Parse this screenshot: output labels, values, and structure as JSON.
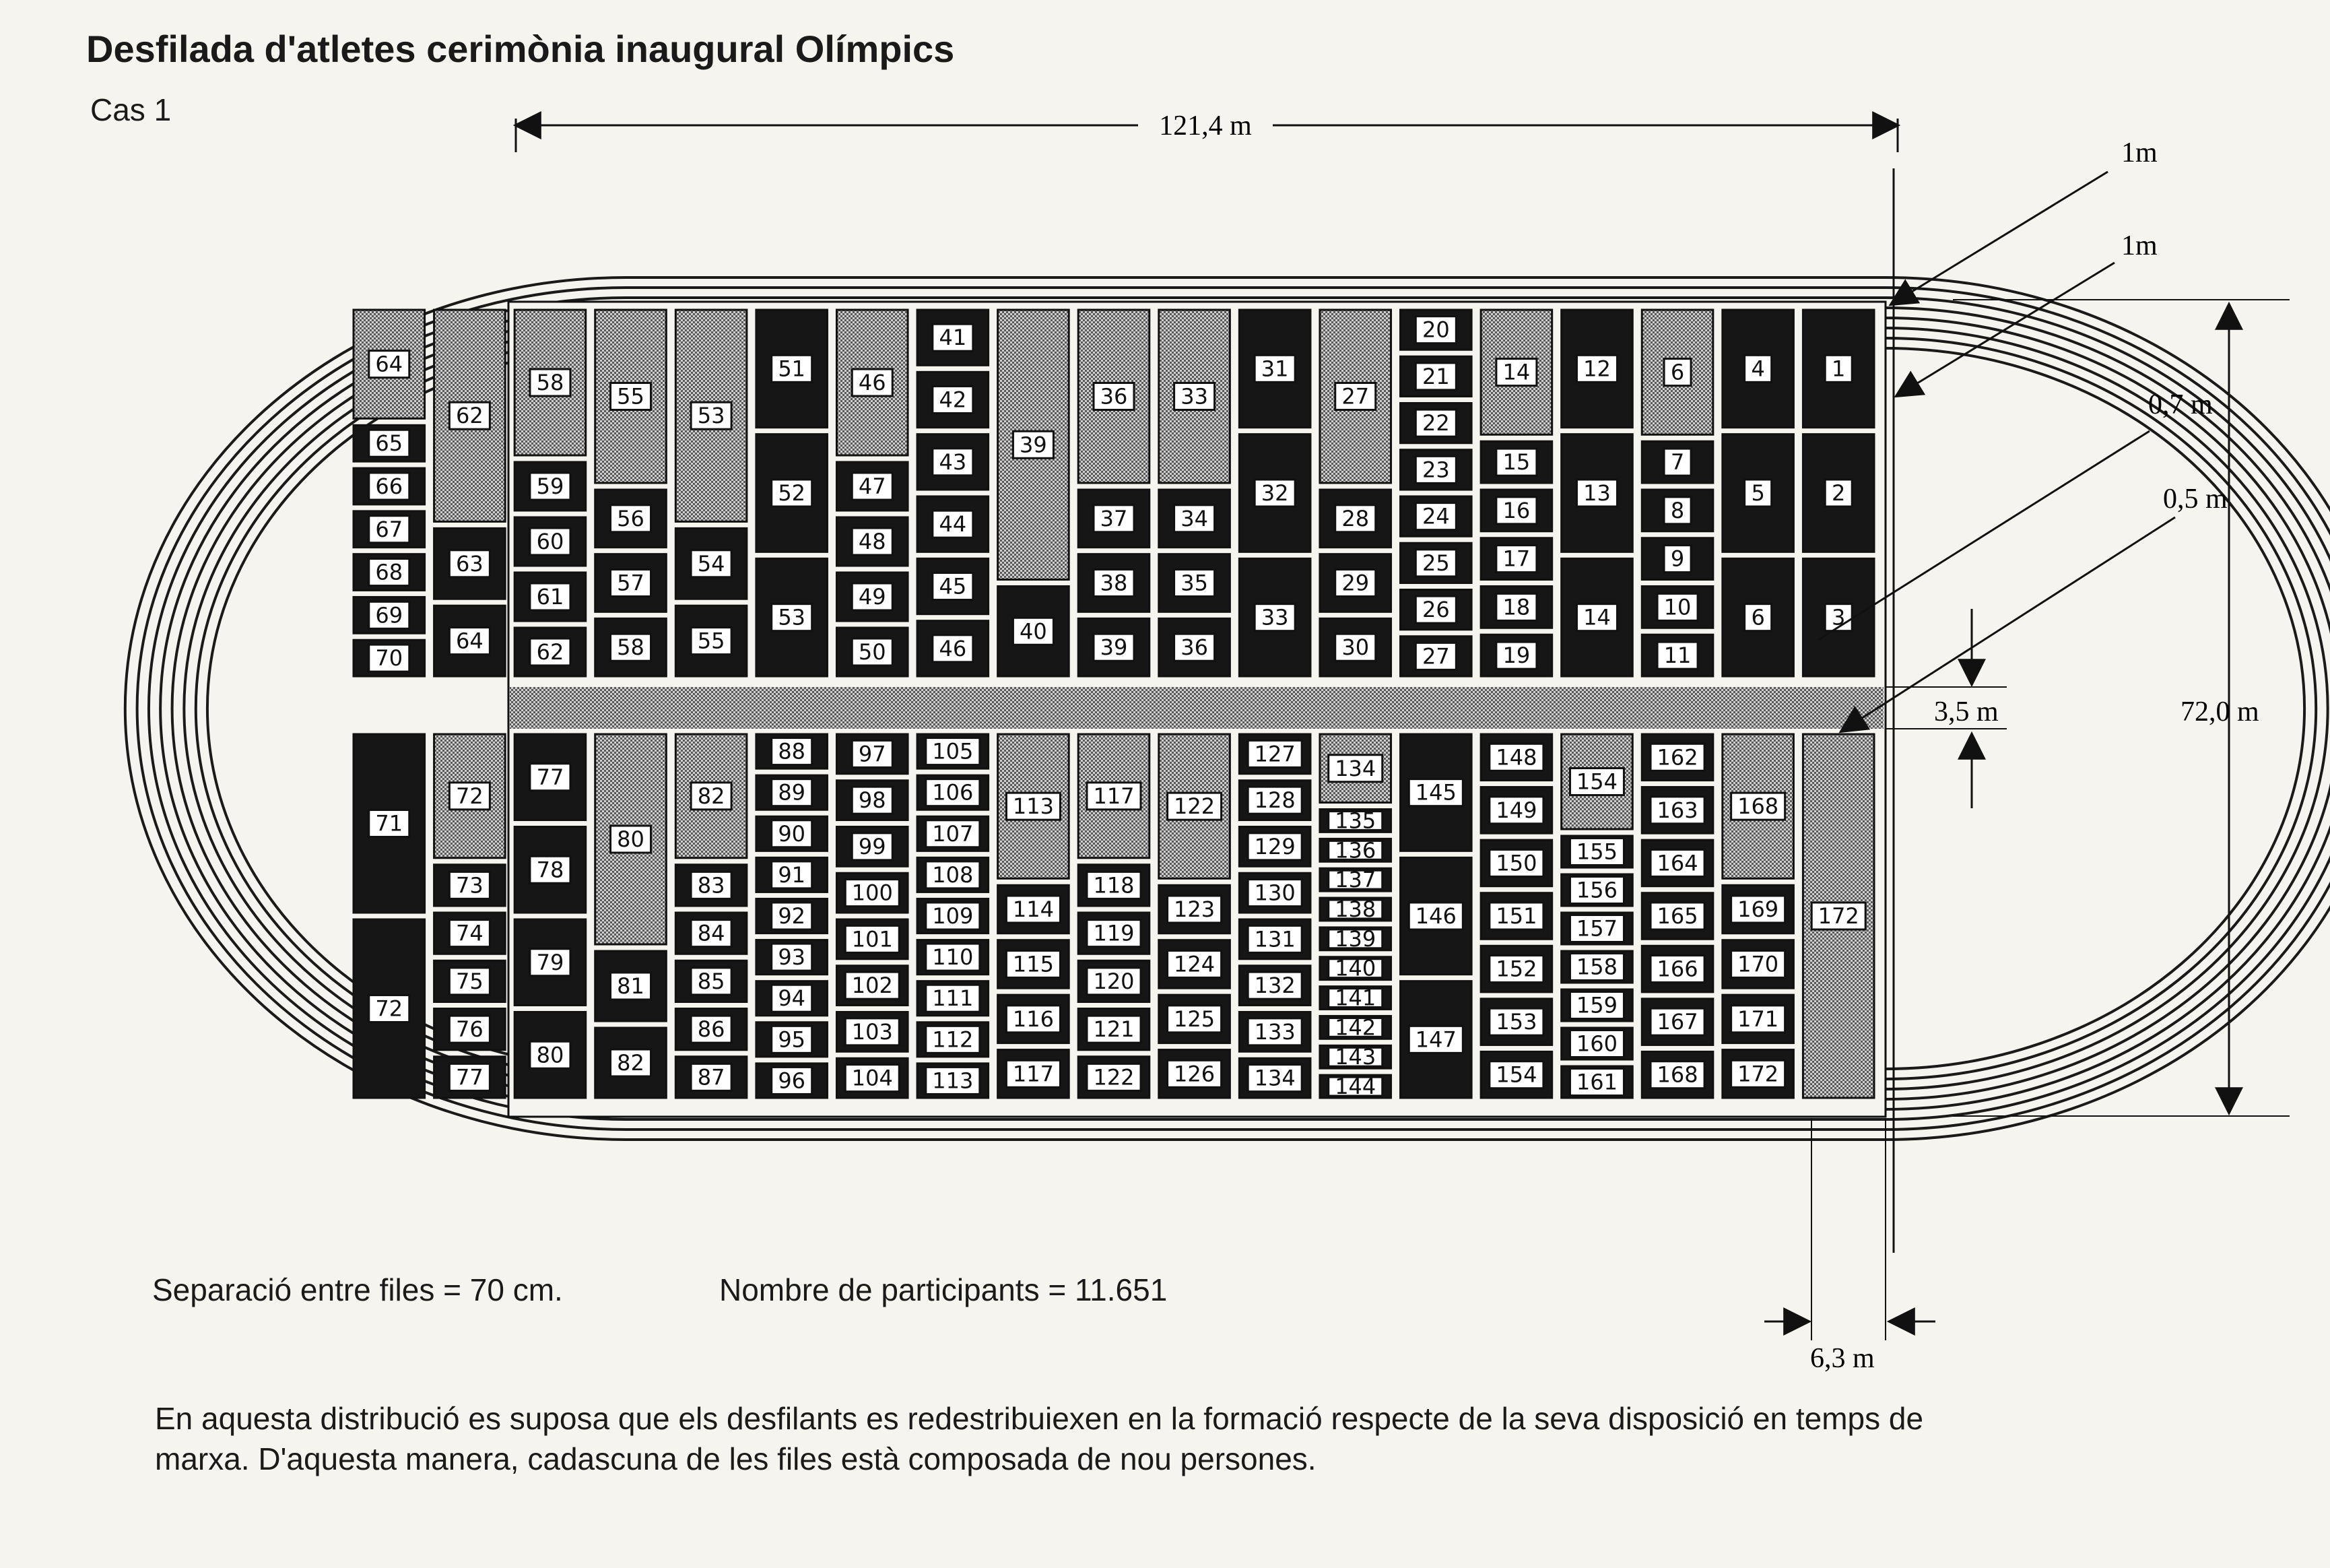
{
  "title": "Desfilada d'atletes cerimònia inaugural Olímpics",
  "subtitle": "Cas 1",
  "dimensions": {
    "length": "121,4 m",
    "width": "72,0 m",
    "lane1": "1m",
    "lane2": "1m",
    "gap_07": "0,7 m",
    "gap_05": "0,5 m",
    "aisle": "3,5 m",
    "edge": "6,3 m"
  },
  "notes": {
    "separation": "Separació entre files = 70 cm.",
    "participants": "Nombre de participants = 11.651",
    "paragraph": "En aquesta distribució es suposa que els desfilants es redestribuiexen en la formació respecte de la seva disposició en temps de marxa. D'aquesta manera, cadascuna de les files està composada de nou persones."
  },
  "colors": {
    "dark": "#161616",
    "hatch": "#9a9a9a",
    "track": "#1a1a1a",
    "paper": "#f6f4ee"
  },
  "top_columns": [
    [
      [
        "64",
        "h"
      ],
      [
        "65",
        "d"
      ],
      [
        "66",
        "d"
      ],
      [
        "67",
        "d"
      ],
      [
        "68",
        "d"
      ],
      [
        "69",
        "d"
      ],
      [
        "70",
        "d"
      ]
    ],
    [
      [
        "62",
        "h"
      ],
      [
        "63",
        "d"
      ],
      [
        "64",
        "d"
      ]
    ],
    [
      [
        "58",
        "h"
      ],
      [
        "59",
        "d"
      ],
      [
        "60",
        "d"
      ],
      [
        "61",
        "d"
      ],
      [
        "62",
        "d"
      ]
    ],
    [
      [
        "55",
        "h"
      ],
      [
        "56",
        "d"
      ],
      [
        "57",
        "d"
      ],
      [
        "58",
        "d"
      ]
    ],
    [
      [
        "53",
        "h"
      ],
      [
        "54",
        "d"
      ],
      [
        "55",
        "d"
      ]
    ],
    [
      [
        "51",
        "d"
      ],
      [
        "52",
        "d"
      ],
      [
        "53",
        "d"
      ]
    ],
    [
      [
        "46",
        "h"
      ],
      [
        "47",
        "d"
      ],
      [
        "48",
        "d"
      ],
      [
        "49",
        "d"
      ],
      [
        "50",
        "d"
      ]
    ],
    [
      [
        "41",
        "d"
      ],
      [
        "42",
        "d"
      ],
      [
        "43",
        "d"
      ],
      [
        "44",
        "d"
      ],
      [
        "45",
        "d"
      ],
      [
        "46",
        "d"
      ]
    ],
    [
      [
        "39",
        "h"
      ],
      [
        "40",
        "d"
      ]
    ],
    [
      [
        "36",
        "h"
      ],
      [
        "37",
        "d"
      ],
      [
        "38",
        "d"
      ],
      [
        "39",
        "d"
      ]
    ],
    [
      [
        "33",
        "h"
      ],
      [
        "34",
        "d"
      ],
      [
        "35",
        "d"
      ],
      [
        "36",
        "d"
      ]
    ],
    [
      [
        "31",
        "d"
      ],
      [
        "32",
        "d"
      ],
      [
        "33",
        "d"
      ]
    ],
    [
      [
        "27",
        "h"
      ],
      [
        "28",
        "d"
      ],
      [
        "29",
        "d"
      ],
      [
        "30",
        "d"
      ]
    ],
    [
      [
        "20",
        "d"
      ],
      [
        "21",
        "d"
      ],
      [
        "22",
        "d"
      ],
      [
        "23",
        "d"
      ],
      [
        "24",
        "d"
      ],
      [
        "25",
        "d"
      ],
      [
        "26",
        "d"
      ],
      [
        "27",
        "d"
      ]
    ],
    [
      [
        "14",
        "h"
      ],
      [
        "15",
        "d"
      ],
      [
        "16",
        "d"
      ],
      [
        "17",
        "d"
      ],
      [
        "18",
        "d"
      ],
      [
        "19",
        "d"
      ]
    ],
    [
      [
        "12",
        "d"
      ],
      [
        "13",
        "d"
      ],
      [
        "14",
        "d"
      ]
    ],
    [
      [
        "6",
        "h"
      ],
      [
        "7",
        "d"
      ],
      [
        "8",
        "d"
      ],
      [
        "9",
        "d"
      ],
      [
        "10",
        "d"
      ],
      [
        "11",
        "d"
      ]
    ],
    [
      [
        "4",
        "d"
      ],
      [
        "5",
        "d"
      ],
      [
        "6",
        "d"
      ]
    ],
    [
      [
        "1",
        "d"
      ],
      [
        "2",
        "d"
      ],
      [
        "3",
        "d"
      ]
    ]
  ],
  "bottom_columns": [
    [
      [
        "71",
        "d"
      ],
      [
        "72",
        "d"
      ]
    ],
    [
      [
        "72",
        "h"
      ],
      [
        "73",
        "d"
      ],
      [
        "74",
        "d"
      ],
      [
        "75",
        "d"
      ],
      [
        "76",
        "d"
      ],
      [
        "77",
        "d"
      ]
    ],
    [
      [
        "77",
        "d"
      ],
      [
        "78",
        "d"
      ],
      [
        "79",
        "d"
      ],
      [
        "80",
        "d"
      ]
    ],
    [
      [
        "80",
        "h"
      ],
      [
        "81",
        "d"
      ],
      [
        "82",
        "d"
      ]
    ],
    [
      [
        "82",
        "h"
      ],
      [
        "83",
        "d"
      ],
      [
        "84",
        "d"
      ],
      [
        "85",
        "d"
      ],
      [
        "86",
        "d"
      ],
      [
        "87",
        "d"
      ]
    ],
    [
      [
        "88",
        "d"
      ],
      [
        "89",
        "d"
      ],
      [
        "90",
        "d"
      ],
      [
        "91",
        "d"
      ],
      [
        "92",
        "d"
      ],
      [
        "93",
        "d"
      ],
      [
        "94",
        "d"
      ],
      [
        "95",
        "d"
      ],
      [
        "96",
        "d"
      ]
    ],
    [
      [
        "97",
        "d"
      ],
      [
        "98",
        "d"
      ],
      [
        "99",
        "d"
      ],
      [
        "100",
        "d"
      ],
      [
        "101",
        "d"
      ],
      [
        "102",
        "d"
      ],
      [
        "103",
        "d"
      ],
      [
        "104",
        "d"
      ]
    ],
    [
      [
        "105",
        "d"
      ],
      [
        "106",
        "d"
      ],
      [
        "107",
        "d"
      ],
      [
        "108",
        "d"
      ],
      [
        "109",
        "d"
      ],
      [
        "110",
        "d"
      ],
      [
        "111",
        "d"
      ],
      [
        "112",
        "d"
      ],
      [
        "113",
        "d"
      ]
    ],
    [
      [
        "113",
        "h"
      ],
      [
        "114",
        "d"
      ],
      [
        "115",
        "d"
      ],
      [
        "116",
        "d"
      ],
      [
        "117",
        "d"
      ]
    ],
    [
      [
        "117",
        "h"
      ],
      [
        "118",
        "d"
      ],
      [
        "119",
        "d"
      ],
      [
        "120",
        "d"
      ],
      [
        "121",
        "d"
      ],
      [
        "122",
        "d"
      ]
    ],
    [
      [
        "122",
        "h"
      ],
      [
        "123",
        "d"
      ],
      [
        "124",
        "d"
      ],
      [
        "125",
        "d"
      ],
      [
        "126",
        "d"
      ]
    ],
    [
      [
        "127",
        "d"
      ],
      [
        "128",
        "d"
      ],
      [
        "129",
        "d"
      ],
      [
        "130",
        "d"
      ],
      [
        "131",
        "d"
      ],
      [
        "132",
        "d"
      ],
      [
        "133",
        "d"
      ],
      [
        "134",
        "d"
      ]
    ],
    [
      [
        "134",
        "h"
      ],
      [
        "135",
        "d"
      ],
      [
        "136",
        "d"
      ],
      [
        "137",
        "d"
      ],
      [
        "138",
        "d"
      ],
      [
        "139",
        "d"
      ],
      [
        "140",
        "d"
      ],
      [
        "141",
        "d"
      ],
      [
        "142",
        "d"
      ],
      [
        "143",
        "d"
      ],
      [
        "144",
        "d"
      ]
    ],
    [
      [
        "145",
        "d"
      ],
      [
        "146",
        "d"
      ],
      [
        "147",
        "d"
      ]
    ],
    [
      [
        "148",
        "d"
      ],
      [
        "149",
        "d"
      ],
      [
        "150",
        "d"
      ],
      [
        "151",
        "d"
      ],
      [
        "152",
        "d"
      ],
      [
        "153",
        "d"
      ],
      [
        "154",
        "d"
      ]
    ],
    [
      [
        "154",
        "h"
      ],
      [
        "155",
        "d"
      ],
      [
        "156",
        "d"
      ],
      [
        "157",
        "d"
      ],
      [
        "158",
        "d"
      ],
      [
        "159",
        "d"
      ],
      [
        "160",
        "d"
      ],
      [
        "161",
        "d"
      ]
    ],
    [
      [
        "162",
        "d"
      ],
      [
        "163",
        "d"
      ],
      [
        "164",
        "d"
      ],
      [
        "165",
        "d"
      ],
      [
        "166",
        "d"
      ],
      [
        "167",
        "d"
      ],
      [
        "168",
        "d"
      ]
    ],
    [
      [
        "168",
        "h"
      ],
      [
        "169",
        "d"
      ],
      [
        "170",
        "d"
      ],
      [
        "171",
        "d"
      ],
      [
        "172",
        "d"
      ]
    ],
    [
      [
        "172",
        "h"
      ]
    ]
  ]
}
